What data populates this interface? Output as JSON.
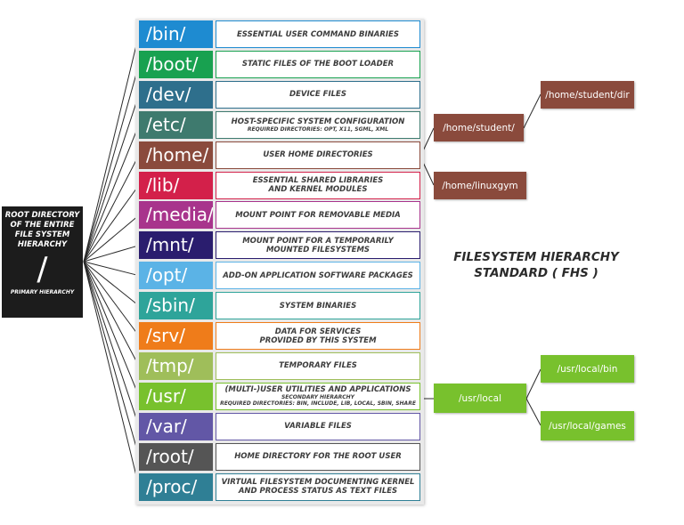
{
  "title": {
    "line1": "FILESYSTEM HIERARCHY",
    "line2": "STANDARD ( FHS )"
  },
  "root": {
    "line1": "ROOT DIRECTORY",
    "line2": "OF THE ENTIRE",
    "line3": "FILE SYSTEM",
    "line4": "HIERARCHY",
    "symbol": "/",
    "label": "PRIMARY HIERARCHY"
  },
  "directories": [
    {
      "name": "/bin/",
      "color": "#1e8bd1",
      "desc": [
        "ESSENTIAL USER COMMAND BINARIES"
      ]
    },
    {
      "name": "/boot/",
      "color": "#18a150",
      "desc": [
        "STATIC FILES OF THE BOOT LOADER"
      ]
    },
    {
      "name": "/dev/",
      "color": "#2e6f8c",
      "desc": [
        "DEVICE FILES"
      ]
    },
    {
      "name": "/etc/",
      "color": "#3e7a6e",
      "desc": [
        "HOST-SPECIFIC SYSTEM CONFIGURATION"
      ],
      "sub": [
        "REQUIRED DIRECTORIES: OPT, X11, SGML, XML"
      ]
    },
    {
      "name": "/home/",
      "color": "#8a4a3c",
      "desc": [
        "USER HOME DIRECTORIES"
      ]
    },
    {
      "name": "/lib/",
      "color": "#d3204a",
      "desc": [
        "ESSENTIAL SHARED LIBRARIES",
        "AND KERNEL MODULES"
      ]
    },
    {
      "name": "/media/",
      "color": "#a8348c",
      "desc": [
        "MOUNT POINT FOR REMOVABLE MEDIA"
      ]
    },
    {
      "name": "/mnt/",
      "color": "#2a1d6e",
      "desc": [
        "MOUNT POINT FOR A TEMPORARILY",
        "MOUNTED FILESYSTEMS"
      ]
    },
    {
      "name": "/opt/",
      "color": "#5bb3e6",
      "desc": [
        "ADD-ON APPLICATION SOFTWARE PACKAGES"
      ]
    },
    {
      "name": "/sbin/",
      "color": "#2ea49a",
      "desc": [
        "SYSTEM BINARIES"
      ]
    },
    {
      "name": "/srv/",
      "color": "#ef7c1a",
      "desc": [
        "DATA FOR SERVICES",
        "PROVIDED BY THIS SYSTEM"
      ]
    },
    {
      "name": "/tmp/",
      "color": "#9fbe5a",
      "desc": [
        "TEMPORARY FILES"
      ]
    },
    {
      "name": "/usr/",
      "color": "#78c12d",
      "desc": [
        "(MULTI-)USER UTILITIES AND APPLICATIONS"
      ],
      "sub": [
        "SECONDARY HIERARCHY",
        "REQUIRED DIRECTORIES: BIN, INCLUDE, LIB, LOCAL, SBIN, SHARE"
      ]
    },
    {
      "name": "/var/",
      "color": "#6257a6",
      "desc": [
        "VARIABLE FILES"
      ]
    },
    {
      "name": "/root/",
      "color": "#555555",
      "desc": [
        "HOME DIRECTORY FOR THE ROOT USER"
      ]
    },
    {
      "name": "/proc/",
      "color": "#2f7f95",
      "desc": [
        "VIRTUAL FILESYSTEM DOCUMENTING KERNEL",
        "AND PROCESS STATUS AS TEXT FILES"
      ]
    }
  ],
  "subdirs": {
    "home_student": "/home/student/",
    "home_student_dir": "/home/student/dir",
    "home_linuxgym": "/home/linuxgym",
    "usr_local": "/usr/local",
    "usr_local_bin": "/usr/local/bin",
    "usr_local_games": "/usr/local/games"
  },
  "colors": {
    "home_branch": "#8a4a3c",
    "usr_branch": "#78c12d",
    "root_box": "#1c1c1c"
  }
}
